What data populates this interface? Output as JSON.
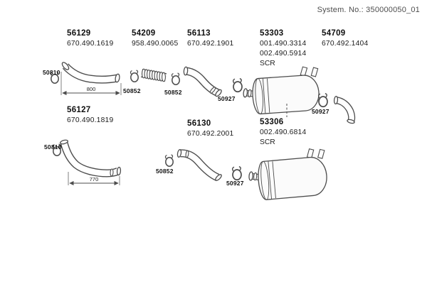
{
  "header": {
    "system_no": "System. No.: 350000050_01"
  },
  "parts": {
    "p56129": {
      "id": "56129",
      "codes": [
        "670.490.1619"
      ]
    },
    "p54209": {
      "id": "54209",
      "codes": [
        "958.490.0065"
      ]
    },
    "p56113": {
      "id": "56113",
      "codes": [
        "670.492.1901"
      ]
    },
    "p53303": {
      "id": "53303",
      "codes": [
        "001.490.3314",
        "002.490.5914"
      ],
      "tag": "SCR"
    },
    "p54709": {
      "id": "54709",
      "codes": [
        "670.492.1404"
      ]
    },
    "p56127": {
      "id": "56127",
      "codes": [
        "670.490.1819"
      ]
    },
    "p56130": {
      "id": "56130",
      "codes": [
        "670.492.2001"
      ]
    },
    "p53306": {
      "id": "53306",
      "codes": [
        "002.490.6814"
      ],
      "tag": "SCR"
    }
  },
  "callouts": {
    "c50810": "50810",
    "c50852": "50852",
    "c50927": "50927"
  },
  "dimensions": {
    "pipe_56129_length": "800",
    "pipe_56127_length": "770"
  }
}
